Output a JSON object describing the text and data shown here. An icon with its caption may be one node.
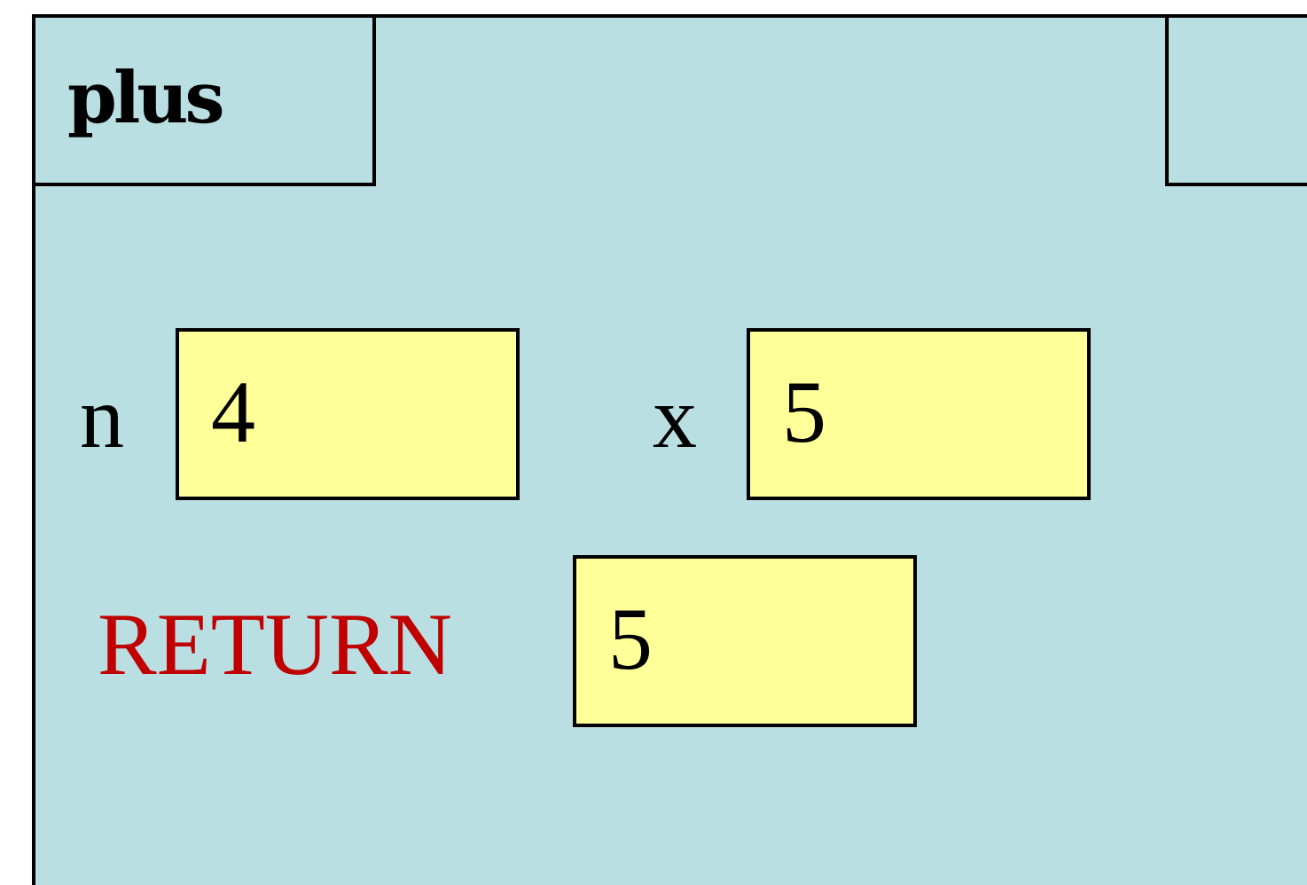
{
  "diagram": {
    "nodes": [
      {
        "text": [
          "plus"
        ]
      },
      {
        "text": [],
        "shape": "box",
        "in": 0
      },
      {
        "text": [
          "4"
        ],
        "beside": [
          "n"
        ],
        "in": 0
      },
      {
        "text": [
          "5"
        ],
        "beside": [
          "x"
        ],
        "in": 0
      },
      {
        "text": [
          "5"
        ],
        "beside": [
          "RETURN"
        ],
        "in": 0
      }
    ],
    "edges": []
  }
}
